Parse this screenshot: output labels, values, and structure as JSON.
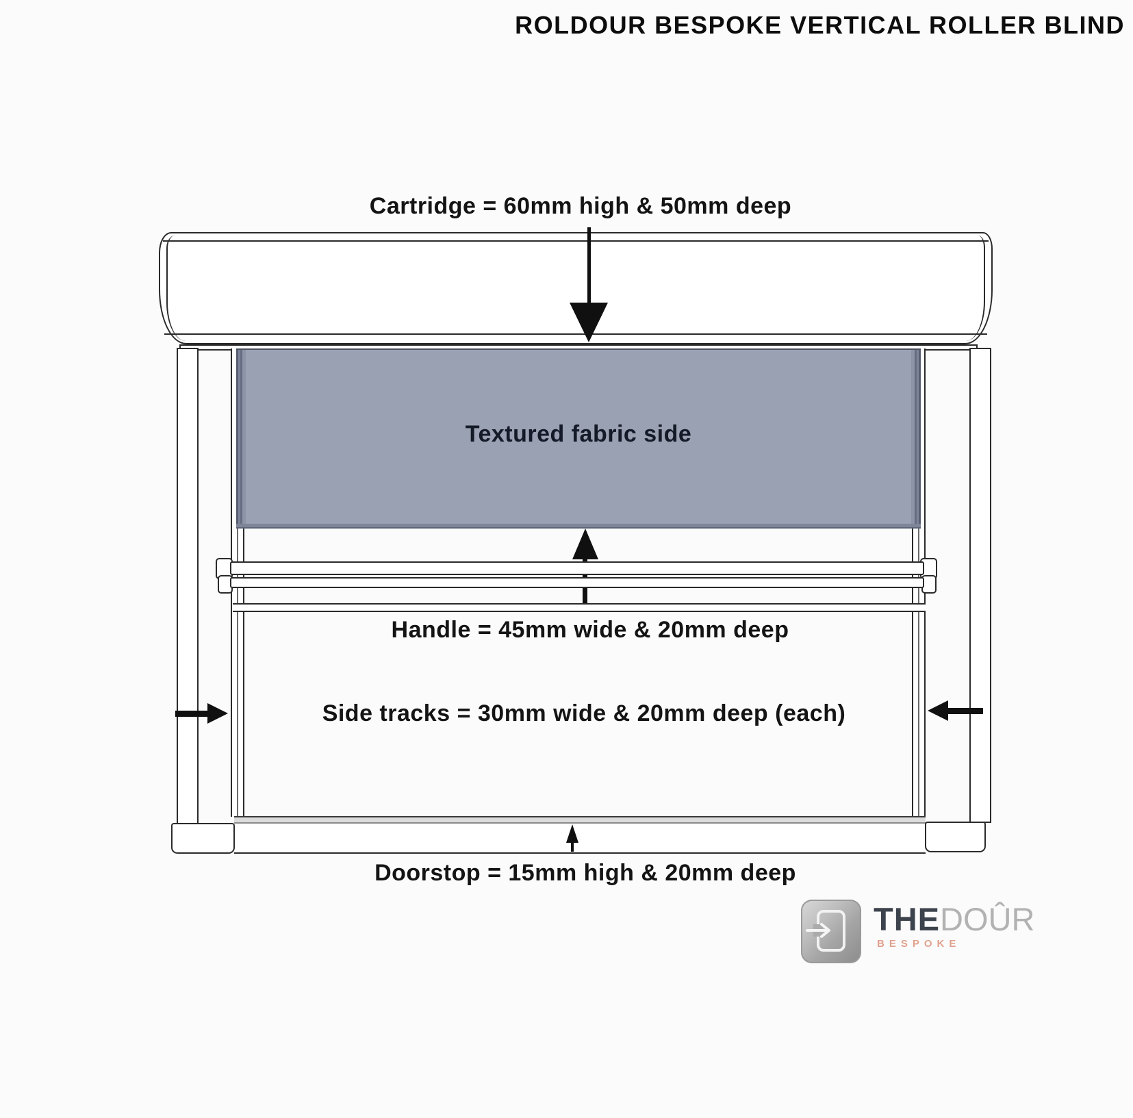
{
  "title": "ROLDOUR BESPOKE VERTICAL ROLLER BLIND",
  "labels": {
    "cartridge": "Cartridge = 60mm high & 50mm deep",
    "fabric": "Textured fabric side",
    "handle": "Handle = 45mm wide & 20mm deep",
    "side_tracks": "Side tracks = 30mm wide & 20mm deep (each)",
    "doorstop": "Doorstop = 15mm high & 20mm deep"
  },
  "components": [
    {
      "name": "Cartridge",
      "dimensions": "60mm high & 50mm deep"
    },
    {
      "name": "Handle",
      "dimensions": "45mm wide & 20mm deep"
    },
    {
      "name": "Side tracks",
      "dimensions": "30mm wide & 20mm deep (each)"
    },
    {
      "name": "Doorstop",
      "dimensions": "15mm high & 20mm deep"
    },
    {
      "name": "Fabric",
      "dimensions": "Textured fabric side"
    }
  ],
  "colors": {
    "background": "#fbfbfb",
    "outline": "#2a2a2a",
    "fabric": "#9aa1b2",
    "fabric_edge": "#6f7689",
    "logo_dark": "#3c434c",
    "logo_light": "#b2b2b2",
    "logo_accent": "#e2a18e"
  },
  "logo": {
    "brand_bold": "THE",
    "brand_light": "DOÛR",
    "tagline": "BESPOKE",
    "icon": "door-entry-icon"
  }
}
